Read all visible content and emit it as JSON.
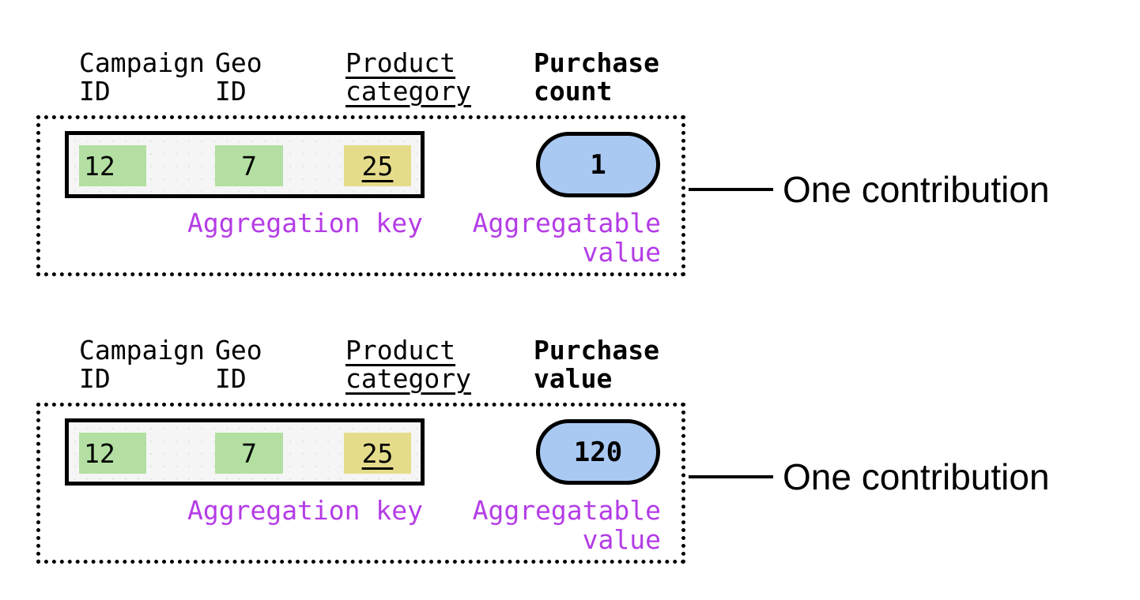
{
  "colors": {
    "key_highlight": "#b3e0a2",
    "category_highlight": "#e5dc8b",
    "value_fill": "#a9c9f3",
    "label_purple": "#b43ce6",
    "row_bg": "#f5f5f5"
  },
  "blocks": [
    {
      "headers": [
        {
          "line1": "Campaign",
          "line2": "ID"
        },
        {
          "line1": "Geo",
          "line2": "ID"
        },
        {
          "line1": "Product",
          "line2": "category"
        },
        {
          "line1": "Purchase",
          "line2": "count"
        }
      ],
      "cells": [
        {
          "value": "12"
        },
        {
          "value": "7"
        },
        {
          "value": "25"
        }
      ],
      "aggregatable_value": "1",
      "key_label": "Aggregation key",
      "value_label_line1": "Aggregatable",
      "value_label_line2": "value",
      "annotation": "One contribution"
    },
    {
      "headers": [
        {
          "line1": "Campaign",
          "line2": "ID"
        },
        {
          "line1": "Geo",
          "line2": "ID"
        },
        {
          "line1": "Product",
          "line2": "category"
        },
        {
          "line1": "Purchase",
          "line2": "value"
        }
      ],
      "cells": [
        {
          "value": "12"
        },
        {
          "value": "7"
        },
        {
          "value": "25"
        }
      ],
      "aggregatable_value": "120",
      "key_label": "Aggregation key",
      "value_label_line1": "Aggregatable",
      "value_label_line2": "value",
      "annotation": "One contribution"
    }
  ]
}
